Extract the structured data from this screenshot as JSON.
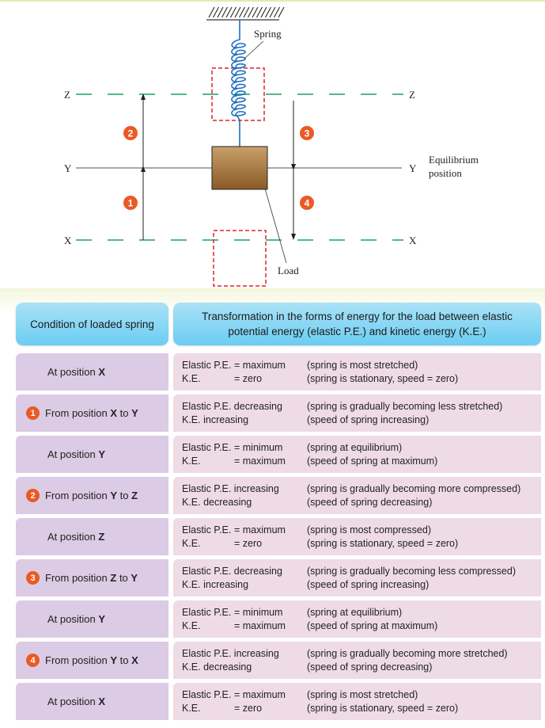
{
  "diagram": {
    "spring_label": "Spring",
    "load_label": "Load",
    "equilibrium_label": [
      "Equilibrium",
      "position"
    ],
    "level_labels": {
      "z": "Z",
      "y": "Y",
      "x": "X"
    },
    "badges": [
      "1",
      "2",
      "3",
      "4"
    ],
    "colors": {
      "spring": "#1f6fc0",
      "guide": "#1aa35a",
      "ghost": "#e0232b",
      "badge": "#ea5a24",
      "load_top": "#c9a06a",
      "load_bottom": "#8a5a26"
    }
  },
  "table": {
    "headers": [
      "Condition of loaded spring",
      "Transformation in the forms of energy for the load between elastic potential energy (elastic P.E.) and kinetic energy (K.E.)"
    ],
    "rows": [
      {
        "badge": "",
        "cond": [
          "At position ",
          "X"
        ],
        "pe": [
          "Elastic P.E.",
          "= maximum",
          "(spring is most stretched)"
        ],
        "ke": [
          "K.E.",
          "= zero",
          "(spring is stationary, speed = zero)"
        ]
      },
      {
        "badge": "1",
        "cond": [
          "From position ",
          "X",
          " to ",
          "Y"
        ],
        "pe": [
          "Elastic P.E.",
          "decreasing",
          "(spring is gradually becoming less stretched)"
        ],
        "ke": [
          "K.E.",
          "increasing",
          "(speed of spring increasing)"
        ]
      },
      {
        "badge": "",
        "cond": [
          "At position ",
          "Y"
        ],
        "pe": [
          "Elastic P.E.",
          "= minimum",
          "(spring at equilibrium)"
        ],
        "ke": [
          "K.E.",
          "= maximum",
          "(speed of spring at maximum)"
        ]
      },
      {
        "badge": "2",
        "cond": [
          "From position ",
          "Y",
          " to ",
          "Z"
        ],
        "pe": [
          "Elastic P.E.",
          "increasing",
          "(spring is gradually becoming more compressed)"
        ],
        "ke": [
          "K.E.",
          "decreasing",
          "(speed of spring decreasing)"
        ]
      },
      {
        "badge": "",
        "cond": [
          "At position ",
          "Z"
        ],
        "pe": [
          "Elastic P.E.",
          "= maximum",
          "(spring is most compressed)"
        ],
        "ke": [
          "K.E.",
          "= zero",
          "(spring is stationary, speed = zero)"
        ]
      },
      {
        "badge": "3",
        "cond": [
          "From position ",
          "Z",
          " to ",
          "Y"
        ],
        "pe": [
          "Elastic P.E.",
          "decreasing",
          "(spring is gradually becoming less compressed)"
        ],
        "ke": [
          "K.E.",
          "increasing",
          "(speed of spring increasing)"
        ]
      },
      {
        "badge": "",
        "cond": [
          "At position ",
          "Y"
        ],
        "pe": [
          "Elastic P.E.",
          "= minimum",
          "(spring at equilibrium)"
        ],
        "ke": [
          "K.E.",
          "= maximum",
          "(speed of spring at maximum)"
        ]
      },
      {
        "badge": "4",
        "cond": [
          "From position ",
          "Y",
          " to ",
          "X"
        ],
        "pe": [
          "Elastic P.E.",
          "increasing",
          "(spring is gradually becoming more stretched)"
        ],
        "ke": [
          "K.E.",
          "decreasing",
          "(speed of spring decreasing)"
        ]
      },
      {
        "badge": "",
        "cond": [
          "At position ",
          "X"
        ],
        "pe": [
          "Elastic P.E.",
          "= maximum",
          "(spring is most stretched)"
        ],
        "ke": [
          "K.E.",
          "= zero",
          "(spring is stationary, speed = zero)"
        ]
      }
    ]
  }
}
